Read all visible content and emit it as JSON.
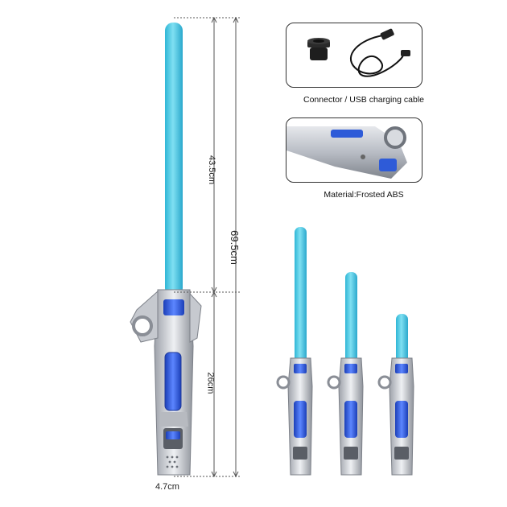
{
  "dimensions": {
    "blade_length": "43.5cm",
    "handle_length": "26cm",
    "total_length": "69.5cm",
    "width": "4.7cm"
  },
  "insets": [
    {
      "caption": "Connector / USB charging cable"
    },
    {
      "caption": "Material:Frosted ABS"
    }
  ],
  "colors": {
    "blade": "#3cc4e0",
    "blade_highlight": "#8ee6f4",
    "handle_silver": "#c9ccd2",
    "handle_accent_blue": "#2e5bd8",
    "dimension_line": "#555555"
  },
  "variants": [
    {
      "name": "long-blade"
    },
    {
      "name": "medium-blade"
    },
    {
      "name": "short-blade"
    }
  ]
}
